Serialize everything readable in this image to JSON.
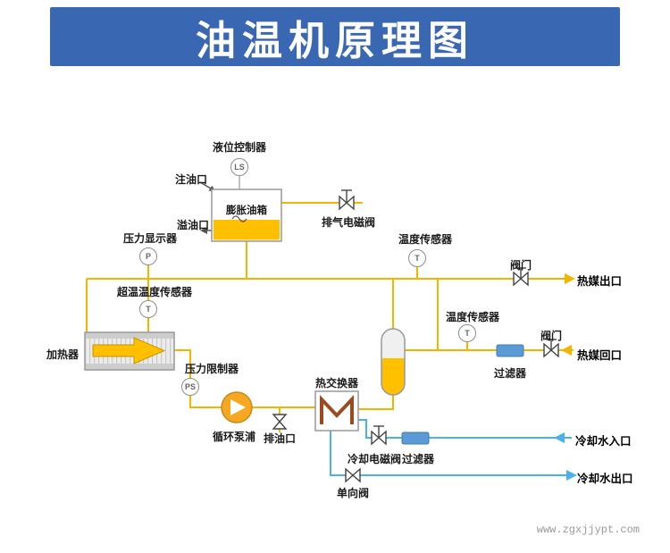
{
  "header": {
    "title": "油温机原理图"
  },
  "footer": {
    "watermark": "www.zgxjjypt.com"
  },
  "colors": {
    "header_bg": "#3a67b2",
    "pipe_oil": "#f2b600",
    "pipe_water": "#4ab2e8",
    "oil_fill": "#ffc000",
    "filter_fill": "#5b9bd5",
    "coil": "#9c4a1f",
    "pump_fill": "#f6a821",
    "label": "#1a1a1a"
  },
  "diagram": {
    "level_controller": {
      "label": "液位控制器",
      "tag": "LS"
    },
    "oil_fill_port": {
      "label": "注油口"
    },
    "expansion_tank": {
      "label": "膨胀油箱"
    },
    "overflow_port": {
      "label": "溢油口"
    },
    "pressure_display": {
      "label": "压力显示器",
      "tag": "P"
    },
    "exhaust_solenoid_valve": {
      "label": "排气电磁阀"
    },
    "temp_sensor_top": {
      "label": "温度传感器",
      "tag": "T"
    },
    "outlet_valve": {
      "label": "阀门"
    },
    "heat_medium_outlet": {
      "label": "热媒出口"
    },
    "overtemp_sensor": {
      "label": "超温温度传感器",
      "tag": "T"
    },
    "heater": {
      "label": "加热器"
    },
    "pressure_limiter": {
      "label": "压力限制器",
      "tag": "PS"
    },
    "pump": {
      "label": "循环泵浦"
    },
    "oil_drain_port": {
      "label": "排油口"
    },
    "heat_exchanger": {
      "label": "热交换器"
    },
    "temp_sensor_return": {
      "label": "温度传感器",
      "tag": "T"
    },
    "return_filter": {
      "label": "过滤器"
    },
    "return_valve": {
      "label": "阀门"
    },
    "heat_medium_return": {
      "label": "热媒回口"
    },
    "cooling_solenoid_valve": {
      "label": "冷却电磁阀"
    },
    "cooling_filter": {
      "label": "过滤器"
    },
    "cooling_water_inlet": {
      "label": "冷却水入口"
    },
    "check_valve": {
      "label": "单向阀"
    },
    "cooling_water_outlet": {
      "label": "冷却水出口"
    }
  }
}
